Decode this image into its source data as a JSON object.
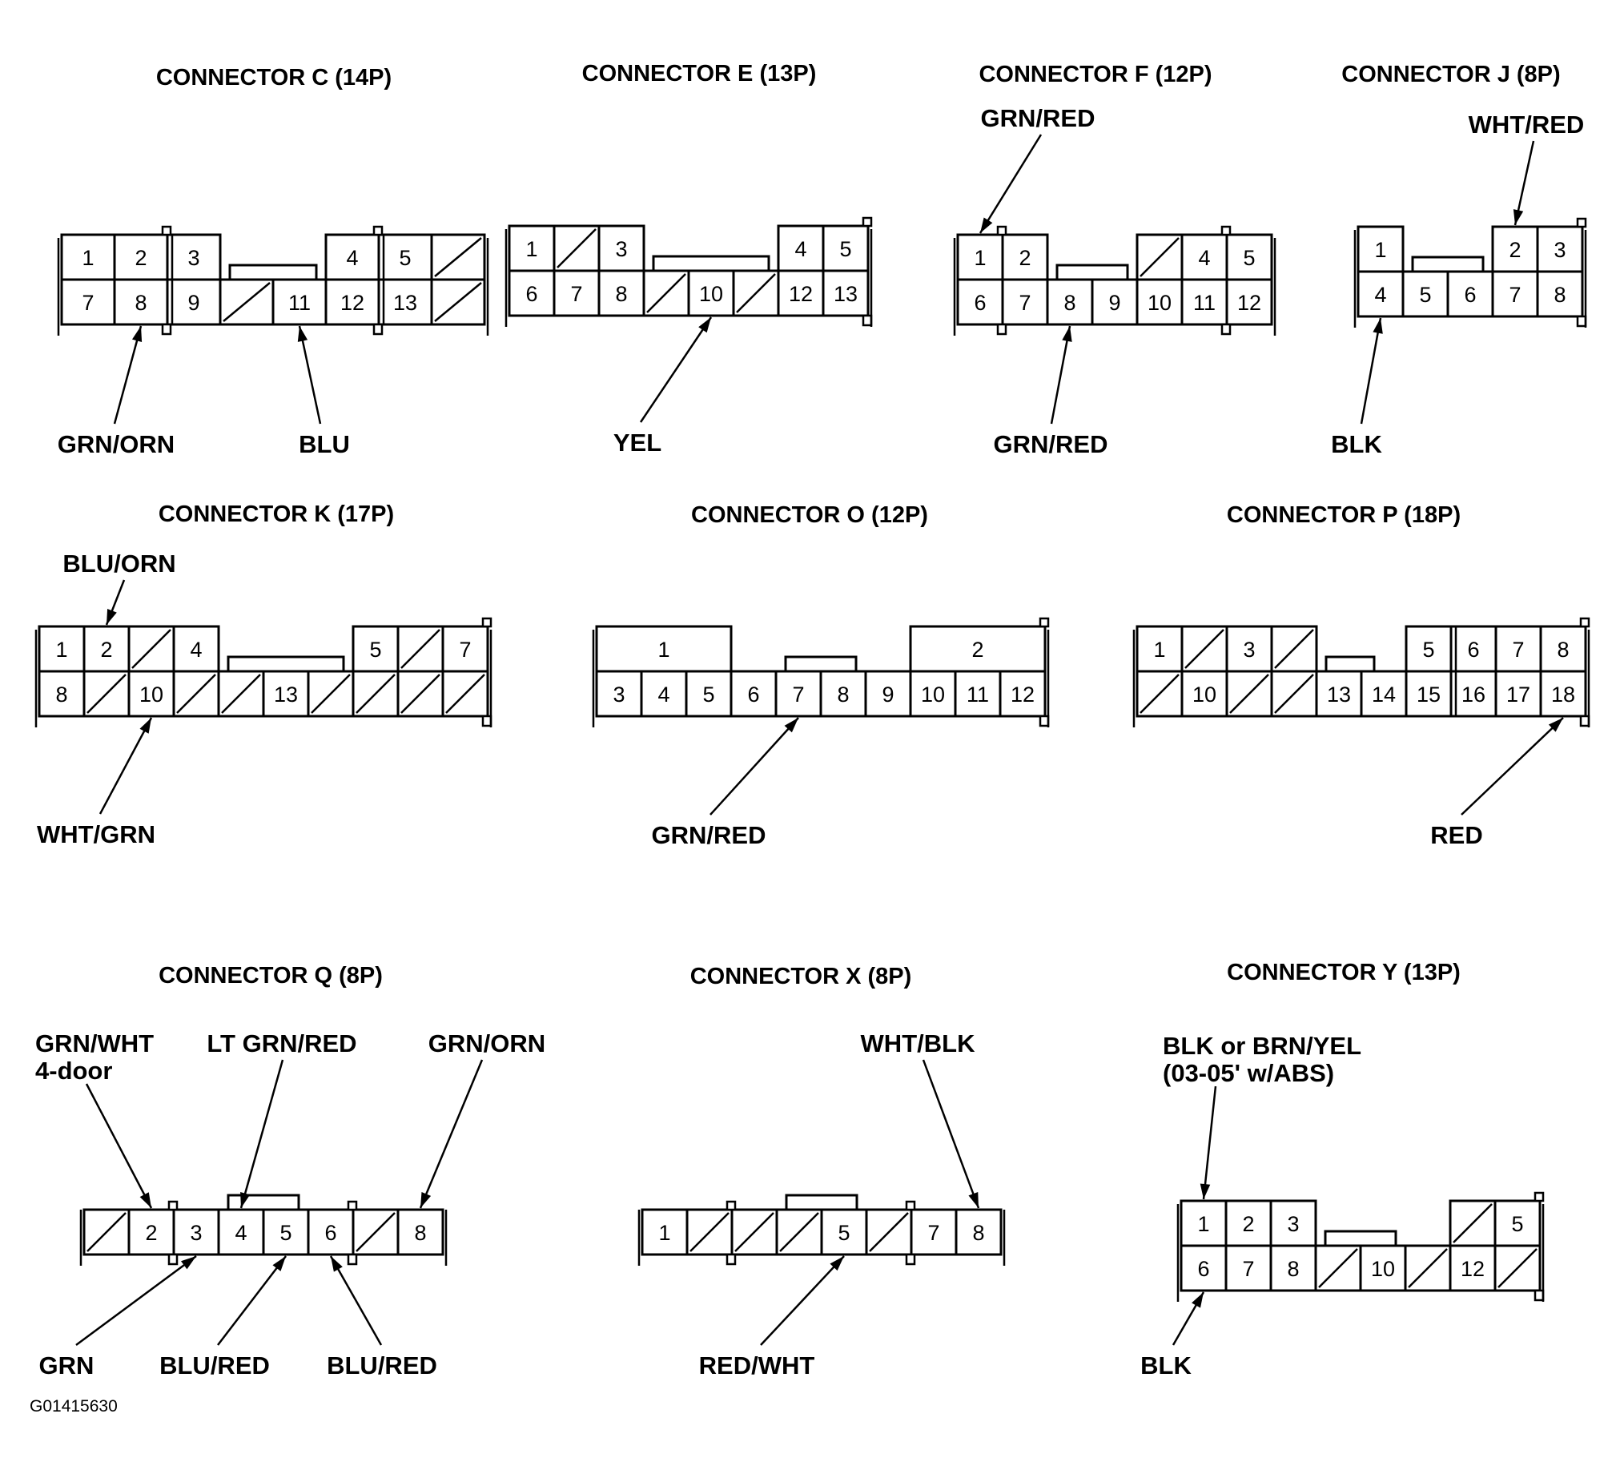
{
  "figure_id": "G01415630",
  "connectors": [
    {
      "id": "C",
      "title": "CONNECTOR C (14P)",
      "cells": [
        {
          "r": 1,
          "c": 1,
          "w": 1,
          "pin": "1"
        },
        {
          "r": 1,
          "c": 2,
          "w": 1,
          "pin": "2"
        },
        {
          "r": 1,
          "c": 3,
          "w": 1,
          "pin": "3"
        },
        {
          "r": 1,
          "c": 6,
          "w": 1,
          "pin": "4"
        },
        {
          "r": 1,
          "c": 7,
          "w": 1,
          "pin": "5"
        },
        {
          "r": 1,
          "c": 8,
          "w": 1,
          "pin": ""
        },
        {
          "r": 2,
          "c": 1,
          "w": 1,
          "pin": "7"
        },
        {
          "r": 2,
          "c": 2,
          "w": 1,
          "pin": "8"
        },
        {
          "r": 2,
          "c": 3,
          "w": 1,
          "pin": "9"
        },
        {
          "r": 2,
          "c": 4,
          "w": 1,
          "pin": ""
        },
        {
          "r": 2,
          "c": 5,
          "w": 1,
          "pin": "11"
        },
        {
          "r": 2,
          "c": 6,
          "w": 1,
          "pin": "12"
        },
        {
          "r": 2,
          "c": 7,
          "w": 1,
          "pin": "13"
        },
        {
          "r": 2,
          "c": 8,
          "w": 1,
          "pin": ""
        }
      ],
      "labels": [
        {
          "text": "GRN/ORN",
          "pin": "8"
        },
        {
          "text": "BLU",
          "pin": "11"
        }
      ]
    },
    {
      "id": "E",
      "title": "CONNECTOR E (13P)",
      "cells": [
        {
          "r": 1,
          "c": 1,
          "w": 1,
          "pin": "1"
        },
        {
          "r": 1,
          "c": 2,
          "w": 1,
          "pin": ""
        },
        {
          "r": 1,
          "c": 3,
          "w": 1,
          "pin": "3"
        },
        {
          "r": 1,
          "c": 7,
          "w": 1,
          "pin": "4"
        },
        {
          "r": 1,
          "c": 8,
          "w": 1,
          "pin": "5"
        },
        {
          "r": 2,
          "c": 1,
          "w": 1,
          "pin": "6"
        },
        {
          "r": 2,
          "c": 2,
          "w": 1,
          "pin": "7"
        },
        {
          "r": 2,
          "c": 3,
          "w": 1,
          "pin": "8"
        },
        {
          "r": 2,
          "c": 4,
          "w": 1,
          "pin": ""
        },
        {
          "r": 2,
          "c": 5,
          "w": 1,
          "pin": "10"
        },
        {
          "r": 2,
          "c": 6,
          "w": 1,
          "pin": ""
        },
        {
          "r": 2,
          "c": 7,
          "w": 1,
          "pin": "12"
        },
        {
          "r": 2,
          "c": 8,
          "w": 1,
          "pin": "13"
        }
      ],
      "labels": [
        {
          "text": "YEL",
          "pin": "10"
        }
      ]
    },
    {
      "id": "F",
      "title": "CONNECTOR F (12P)",
      "cells": [
        {
          "r": 1,
          "c": 1,
          "w": 1,
          "pin": "1"
        },
        {
          "r": 1,
          "c": 2,
          "w": 1,
          "pin": "2"
        },
        {
          "r": 1,
          "c": 5,
          "w": 1,
          "pin": ""
        },
        {
          "r": 1,
          "c": 6,
          "w": 1,
          "pin": "4"
        },
        {
          "r": 1,
          "c": 7,
          "w": 1,
          "pin": "5"
        },
        {
          "r": 2,
          "c": 1,
          "w": 1,
          "pin": "6"
        },
        {
          "r": 2,
          "c": 2,
          "w": 1,
          "pin": "7"
        },
        {
          "r": 2,
          "c": 3,
          "w": 1,
          "pin": "8"
        },
        {
          "r": 2,
          "c": 4,
          "w": 1,
          "pin": "9"
        },
        {
          "r": 2,
          "c": 5,
          "w": 1,
          "pin": "10"
        },
        {
          "r": 2,
          "c": 6,
          "w": 1,
          "pin": "11"
        },
        {
          "r": 2,
          "c": 7,
          "w": 1,
          "pin": "12"
        }
      ],
      "labels": [
        {
          "text": "GRN/RED",
          "pin": "1"
        },
        {
          "text": "GRN/RED",
          "pin": "8"
        }
      ]
    },
    {
      "id": "J",
      "title": "CONNECTOR J (8P)",
      "cells": [
        {
          "r": 1,
          "c": 1,
          "w": 1,
          "pin": "1"
        },
        {
          "r": 1,
          "c": 4,
          "w": 1,
          "pin": "2"
        },
        {
          "r": 1,
          "c": 5,
          "w": 1,
          "pin": "3"
        },
        {
          "r": 2,
          "c": 1,
          "w": 1,
          "pin": "4"
        },
        {
          "r": 2,
          "c": 2,
          "w": 1,
          "pin": "5"
        },
        {
          "r": 2,
          "c": 3,
          "w": 1,
          "pin": "6"
        },
        {
          "r": 2,
          "c": 4,
          "w": 1,
          "pin": "7"
        },
        {
          "r": 2,
          "c": 5,
          "w": 1,
          "pin": "8"
        }
      ],
      "labels": [
        {
          "text": "WHT/RED",
          "pin": "2"
        },
        {
          "text": "BLK",
          "pin": "4"
        }
      ]
    },
    {
      "id": "K",
      "title": "CONNECTOR K (17P)",
      "cells": [
        {
          "r": 1,
          "c": 1,
          "w": 1,
          "pin": "1"
        },
        {
          "r": 1,
          "c": 2,
          "w": 1,
          "pin": "2"
        },
        {
          "r": 1,
          "c": 3,
          "w": 1,
          "pin": ""
        },
        {
          "r": 1,
          "c": 4,
          "w": 1,
          "pin": "4"
        },
        {
          "r": 1,
          "c": 8,
          "w": 1,
          "pin": "5"
        },
        {
          "r": 1,
          "c": 9,
          "w": 1,
          "pin": ""
        },
        {
          "r": 1,
          "c": 10,
          "w": 1,
          "pin": "7"
        },
        {
          "r": 2,
          "c": 1,
          "w": 1,
          "pin": "8"
        },
        {
          "r": 2,
          "c": 2,
          "w": 1,
          "pin": ""
        },
        {
          "r": 2,
          "c": 3,
          "w": 1,
          "pin": "10"
        },
        {
          "r": 2,
          "c": 4,
          "w": 1,
          "pin": ""
        },
        {
          "r": 2,
          "c": 5,
          "w": 1,
          "pin": ""
        },
        {
          "r": 2,
          "c": 6,
          "w": 1,
          "pin": "13"
        },
        {
          "r": 2,
          "c": 7,
          "w": 1,
          "pin": ""
        },
        {
          "r": 2,
          "c": 8,
          "w": 1,
          "pin": ""
        },
        {
          "r": 2,
          "c": 9,
          "w": 1,
          "pin": ""
        },
        {
          "r": 2,
          "c": 10,
          "w": 1,
          "pin": ""
        }
      ],
      "labels": [
        {
          "text": "BLU/ORN",
          "pin": "2"
        },
        {
          "text": "WHT/GRN",
          "pin": "10"
        }
      ]
    },
    {
      "id": "O",
      "title": "CONNECTOR O (12P)",
      "cells": [
        {
          "r": 1,
          "c": 1,
          "w": 3,
          "pin": "1"
        },
        {
          "r": 1,
          "c": 8,
          "w": 3,
          "pin": "2"
        },
        {
          "r": 2,
          "c": 1,
          "w": 1,
          "pin": "3"
        },
        {
          "r": 2,
          "c": 2,
          "w": 1,
          "pin": "4"
        },
        {
          "r": 2,
          "c": 3,
          "w": 1,
          "pin": "5"
        },
        {
          "r": 2,
          "c": 4,
          "w": 1,
          "pin": "6"
        },
        {
          "r": 2,
          "c": 5,
          "w": 1,
          "pin": "7"
        },
        {
          "r": 2,
          "c": 6,
          "w": 1,
          "pin": "8"
        },
        {
          "r": 2,
          "c": 7,
          "w": 1,
          "pin": "9"
        },
        {
          "r": 2,
          "c": 8,
          "w": 1,
          "pin": "10"
        },
        {
          "r": 2,
          "c": 9,
          "w": 1,
          "pin": "11"
        },
        {
          "r": 2,
          "c": 10,
          "w": 1,
          "pin": "12"
        }
      ],
      "labels": [
        {
          "text": "GRN/RED",
          "pin": "7"
        }
      ]
    },
    {
      "id": "P",
      "title": "CONNECTOR P (18P)",
      "cells": [
        {
          "r": 1,
          "c": 1,
          "w": 1,
          "pin": "1"
        },
        {
          "r": 1,
          "c": 2,
          "w": 1,
          "pin": ""
        },
        {
          "r": 1,
          "c": 3,
          "w": 1,
          "pin": "3"
        },
        {
          "r": 1,
          "c": 4,
          "w": 1,
          "pin": ""
        },
        {
          "r": 1,
          "c": 7,
          "w": 1,
          "pin": "5"
        },
        {
          "r": 1,
          "c": 8,
          "w": 1,
          "pin": "6"
        },
        {
          "r": 1,
          "c": 9,
          "w": 1,
          "pin": "7"
        },
        {
          "r": 1,
          "c": 10,
          "w": 1,
          "pin": "8"
        },
        {
          "r": 2,
          "c": 1,
          "w": 1,
          "pin": ""
        },
        {
          "r": 2,
          "c": 2,
          "w": 1,
          "pin": "10"
        },
        {
          "r": 2,
          "c": 3,
          "w": 1,
          "pin": ""
        },
        {
          "r": 2,
          "c": 4,
          "w": 1,
          "pin": ""
        },
        {
          "r": 2,
          "c": 5,
          "w": 1,
          "pin": "13"
        },
        {
          "r": 2,
          "c": 6,
          "w": 1,
          "pin": "14"
        },
        {
          "r": 2,
          "c": 7,
          "w": 1,
          "pin": "15"
        },
        {
          "r": 2,
          "c": 8,
          "w": 1,
          "pin": "16"
        },
        {
          "r": 2,
          "c": 9,
          "w": 1,
          "pin": "17"
        },
        {
          "r": 2,
          "c": 10,
          "w": 1,
          "pin": "18"
        }
      ],
      "labels": [
        {
          "text": "RED",
          "pin": "18"
        }
      ]
    },
    {
      "id": "Q",
      "title": "CONNECTOR Q (8P)",
      "cells": [
        {
          "r": 1,
          "c": 1,
          "w": 1,
          "pin": ""
        },
        {
          "r": 1,
          "c": 2,
          "w": 1,
          "pin": "2"
        },
        {
          "r": 1,
          "c": 3,
          "w": 1,
          "pin": "3"
        },
        {
          "r": 1,
          "c": 4,
          "w": 1,
          "pin": "4"
        },
        {
          "r": 1,
          "c": 5,
          "w": 1,
          "pin": "5"
        },
        {
          "r": 1,
          "c": 6,
          "w": 1,
          "pin": "6"
        },
        {
          "r": 1,
          "c": 7,
          "w": 1,
          "pin": ""
        },
        {
          "r": 1,
          "c": 8,
          "w": 1,
          "pin": "8"
        }
      ],
      "labels": [
        {
          "text": "GRN/WHT",
          "sub": "4-door",
          "pin": "2"
        },
        {
          "text": "LT GRN/RED",
          "pin": "4"
        },
        {
          "text": "GRN/ORN",
          "pin": "8"
        },
        {
          "text": "GRN",
          "pin": "3"
        },
        {
          "text": "BLU/RED",
          "pin": "5"
        },
        {
          "text": "BLU/RED",
          "pin": "6"
        }
      ]
    },
    {
      "id": "X",
      "title": "CONNECTOR X (8P)",
      "cells": [
        {
          "r": 1,
          "c": 1,
          "w": 1,
          "pin": "1"
        },
        {
          "r": 1,
          "c": 2,
          "w": 1,
          "pin": ""
        },
        {
          "r": 1,
          "c": 3,
          "w": 1,
          "pin": ""
        },
        {
          "r": 1,
          "c": 4,
          "w": 1,
          "pin": ""
        },
        {
          "r": 1,
          "c": 5,
          "w": 1,
          "pin": "5"
        },
        {
          "r": 1,
          "c": 6,
          "w": 1,
          "pin": ""
        },
        {
          "r": 1,
          "c": 7,
          "w": 1,
          "pin": "7"
        },
        {
          "r": 1,
          "c": 8,
          "w": 1,
          "pin": "8"
        }
      ],
      "labels": [
        {
          "text": "WHT/BLK",
          "pin": "8"
        },
        {
          "text": "RED/WHT",
          "pin": "5"
        }
      ]
    },
    {
      "id": "Y",
      "title": "CONNECTOR Y (13P)",
      "cells": [
        {
          "r": 1,
          "c": 1,
          "w": 1,
          "pin": "1"
        },
        {
          "r": 1,
          "c": 2,
          "w": 1,
          "pin": "2"
        },
        {
          "r": 1,
          "c": 3,
          "w": 1,
          "pin": "3"
        },
        {
          "r": 1,
          "c": 7,
          "w": 1,
          "pin": ""
        },
        {
          "r": 1,
          "c": 8,
          "w": 1,
          "pin": "5"
        },
        {
          "r": 2,
          "c": 1,
          "w": 1,
          "pin": "6"
        },
        {
          "r": 2,
          "c": 2,
          "w": 1,
          "pin": "7"
        },
        {
          "r": 2,
          "c": 3,
          "w": 1,
          "pin": "8"
        },
        {
          "r": 2,
          "c": 4,
          "w": 1,
          "pin": ""
        },
        {
          "r": 2,
          "c": 5,
          "w": 1,
          "pin": "10"
        },
        {
          "r": 2,
          "c": 6,
          "w": 1,
          "pin": ""
        },
        {
          "r": 2,
          "c": 7,
          "w": 1,
          "pin": "12"
        },
        {
          "r": 2,
          "c": 8,
          "w": 1,
          "pin": ""
        }
      ],
      "labels": [
        {
          "text": "BLK or BRN/YEL",
          "sub": "(03-05' w/ABS)",
          "pin": "1"
        },
        {
          "text": "BLK",
          "pin": "6"
        }
      ]
    }
  ]
}
